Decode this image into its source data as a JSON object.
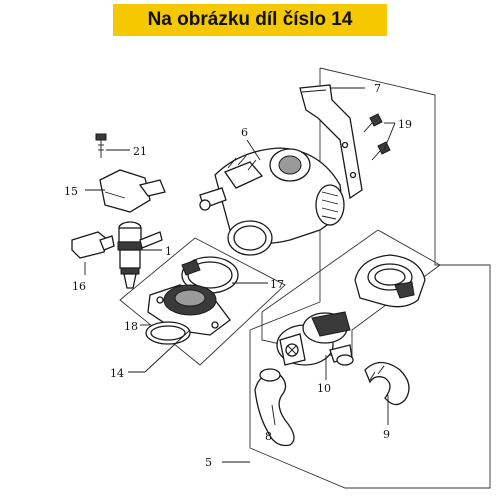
{
  "banner": {
    "text": "Na obrázku díl číslo 14",
    "color": "#f5c800"
  },
  "callouts": {
    "c1": "1",
    "c5": "5",
    "c6": "6",
    "c7": "7",
    "c8": "8",
    "c9": "9",
    "c10": "10",
    "c14": "14",
    "c15": "15",
    "c16": "16",
    "c17": "17",
    "c18": "18",
    "c19": "19",
    "c21": "21"
  }
}
